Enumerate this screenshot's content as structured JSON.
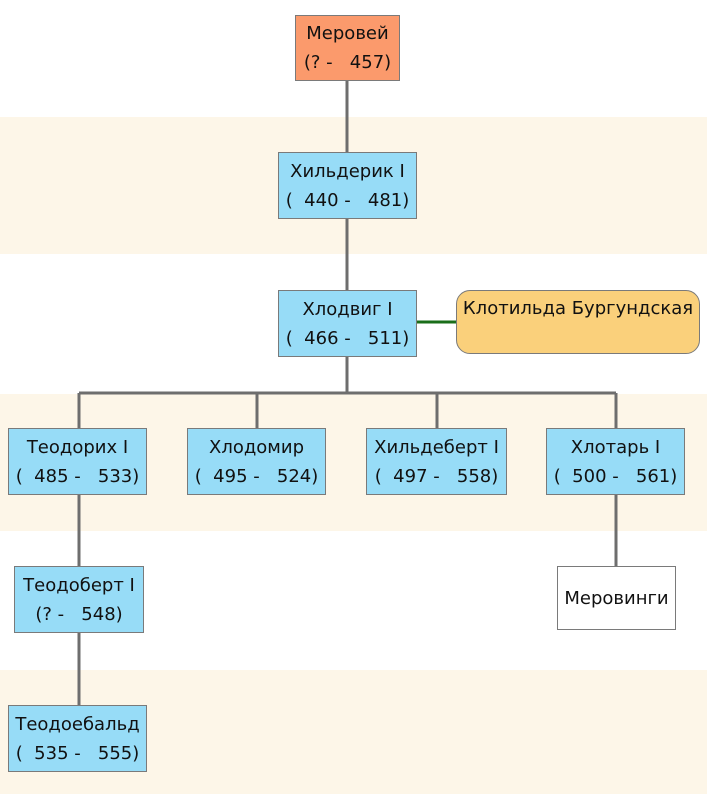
{
  "colors": {
    "band": "#fdf6e8",
    "person": "#97dcf7",
    "root": "#fb9a6c",
    "spouse": "#fad07b",
    "line": "#6e6e6e",
    "marriage_line": "#1a6e1a"
  },
  "people": {
    "merovei": {
      "name": "Меровей",
      "dates": "(? -   457)"
    },
    "childeric": {
      "name": "Хильдерик I",
      "dates": "(  440 -   481)"
    },
    "clovis": {
      "name": "Хлодвиг I",
      "dates": "(  466 -   511)"
    },
    "clotilde": {
      "name": "Клотильда Бургундская"
    },
    "theuderic": {
      "name": "Теодорих I",
      "dates": "(  485 -   533)"
    },
    "chlodomer": {
      "name": "Хлодомир",
      "dates": "(  495 -   524)"
    },
    "childebert": {
      "name": "Хильдеберт I",
      "dates": "(  497 -   558)"
    },
    "chlothar": {
      "name": "Хлотарь I",
      "dates": "(  500 -   561)"
    },
    "theudebert": {
      "name": "Теодоберт I",
      "dates": "(? -   548)"
    },
    "merovingians": {
      "name": "Меровинги"
    },
    "theudebald": {
      "name": "Теодоебальд",
      "dates": "(  535 -   555)"
    }
  }
}
